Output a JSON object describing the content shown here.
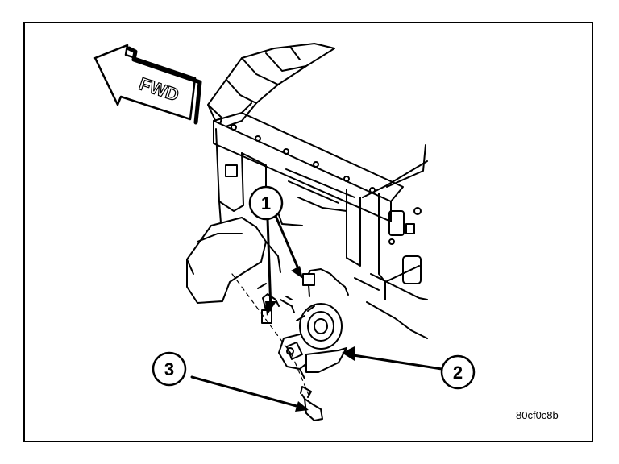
{
  "figure": {
    "direction_label": "FWD",
    "callouts": [
      "1",
      "2",
      "3"
    ],
    "reference_code": "80cf0c8b"
  },
  "colors": {
    "line": "#000000",
    "background": "#ffffff",
    "hatch": "#000000"
  },
  "icons": {
    "direction_arrow": "fwd-arrow-icon"
  }
}
